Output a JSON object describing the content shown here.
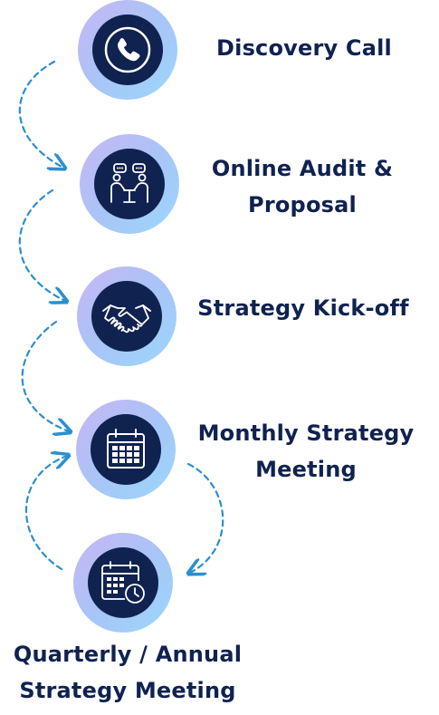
{
  "steps": [
    {
      "icon": "phone-icon",
      "lines": [
        "Discovery Call"
      ]
    },
    {
      "icon": "meeting-icon",
      "lines": [
        "Online Audit &",
        "Proposal"
      ]
    },
    {
      "icon": "handshake-icon",
      "lines": [
        "Strategy Kick-off"
      ]
    },
    {
      "icon": "calendar-icon",
      "lines": [
        "Monthly Strategy",
        "Meeting"
      ]
    },
    {
      "icon": "calendar-clock-icon",
      "lines": [
        "Quarterly / Annual",
        "Strategy Meeting"
      ]
    }
  ],
  "colors": {
    "text": "#0f2250",
    "core": "#0f2250",
    "ring_start": "#c8b6f4",
    "ring_end": "#9ad8fb",
    "arrow": "#2a8fcf"
  }
}
